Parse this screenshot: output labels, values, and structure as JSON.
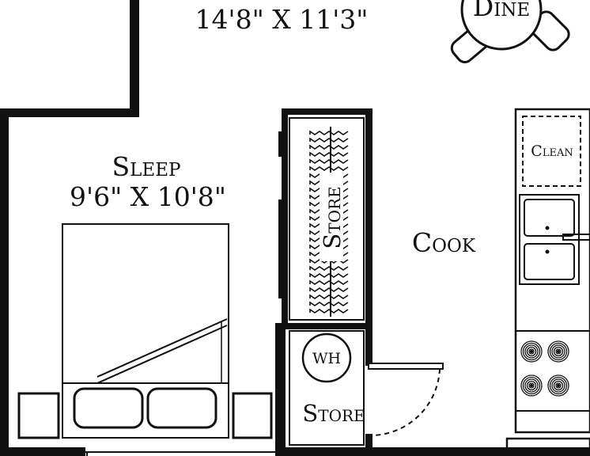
{
  "rooms": {
    "living_dimensions": "14'8\" X 11'3\"",
    "dine_label": "Dine",
    "sleep_label": "Sleep",
    "sleep_dimensions": "9'6\" X 10'8\"",
    "closet_label": "Store",
    "cook_label": "Cook",
    "clean_label": "Clean",
    "water_heater_label": "WH",
    "utility_label": "Store"
  },
  "colors": {
    "ink": "#111111",
    "background": "#ffffff"
  }
}
